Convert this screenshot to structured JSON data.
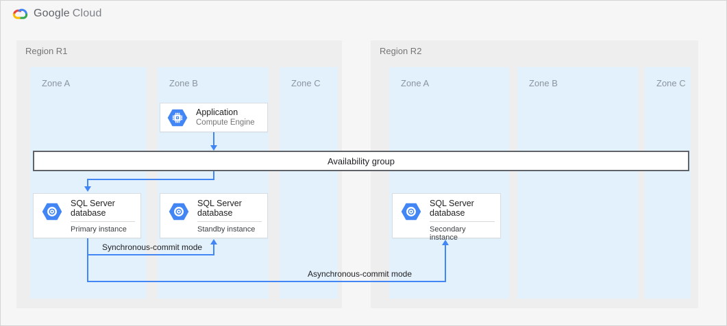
{
  "brand": {
    "google": "Google",
    "cloud": "Cloud"
  },
  "regions": [
    {
      "label": "Region R1",
      "zones": [
        "Zone A",
        "Zone B",
        "Zone C"
      ]
    },
    {
      "label": "Region R2",
      "zones": [
        "Zone A",
        "Zone B",
        "Zone C"
      ]
    }
  ],
  "availability_group": {
    "label": "Availability group"
  },
  "nodes": {
    "application": {
      "title": "Application",
      "subtitle": "Compute Engine",
      "icon": "compute-engine-hexagon"
    },
    "sql_primary": {
      "title": "SQL Server database",
      "instance": "Primary instance",
      "icon": "cloud-sql-hexagon"
    },
    "sql_standby": {
      "title": "SQL Server database",
      "instance": "Standby instance",
      "icon": "cloud-sql-hexagon"
    },
    "sql_secondary": {
      "title": "SQL Server database",
      "instance": "Secondary instance",
      "icon": "cloud-sql-hexagon"
    }
  },
  "edges": {
    "sync": {
      "label": "Synchronous-commit mode"
    },
    "async": {
      "label": "Asynchronous-commit mode"
    }
  },
  "colors": {
    "connector_blue": "#4285f4",
    "hexagon_blue": "#4285f4",
    "zone_fill": "#e3f1fc",
    "region_fill": "#eeeeee",
    "availability_border": "#5f6368"
  }
}
